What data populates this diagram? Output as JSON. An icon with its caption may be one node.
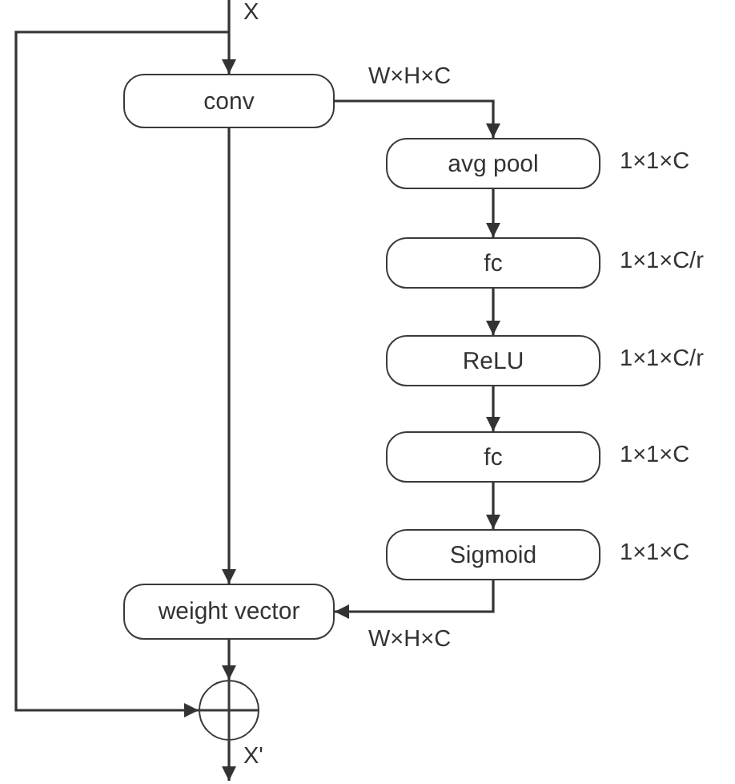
{
  "diagram": {
    "nodes": [
      {
        "text": [
          "conv"
        ]
      },
      {
        "text": [
          "avg pool"
        ],
        "beside": [
          "1×1×C"
        ]
      },
      {
        "text": [
          "fc"
        ],
        "beside": [
          "1×1×C/r"
        ]
      },
      {
        "text": [
          "ReLU"
        ],
        "beside": [
          "1×1×C/r"
        ]
      },
      {
        "text": [
          "fc"
        ],
        "beside": [
          "1×1×C"
        ]
      },
      {
        "text": [
          "Sigmoid"
        ],
        "beside": [
          "1×1×C"
        ]
      },
      {
        "text": [
          "weight vector"
        ]
      },
      {
        "text": [],
        "shape": "circle"
      }
    ],
    "edges": [
      {
        "from": null,
        "to": 0,
        "arrow": "to",
        "label": "X"
      },
      {
        "from": null,
        "to": 7,
        "arrow": "to"
      },
      {
        "from": 0,
        "to": 1,
        "arrow": "to",
        "label": "W×H×C"
      },
      {
        "from": 1,
        "to": 2,
        "arrow": "to"
      },
      {
        "from": 2,
        "to": 3,
        "arrow": "to"
      },
      {
        "from": 3,
        "to": 4,
        "arrow": "to"
      },
      {
        "from": 4,
        "to": 5,
        "arrow": "to"
      },
      {
        "from": 0,
        "to": 6,
        "arrow": "to"
      },
      {
        "from": 5,
        "to": 6,
        "arrow": "to",
        "label": "W×H×C"
      },
      {
        "from": 6,
        "to": 7,
        "arrow": "to"
      },
      {
        "from": 7,
        "to": null,
        "arrow": "to",
        "label": "X'"
      }
    ]
  }
}
